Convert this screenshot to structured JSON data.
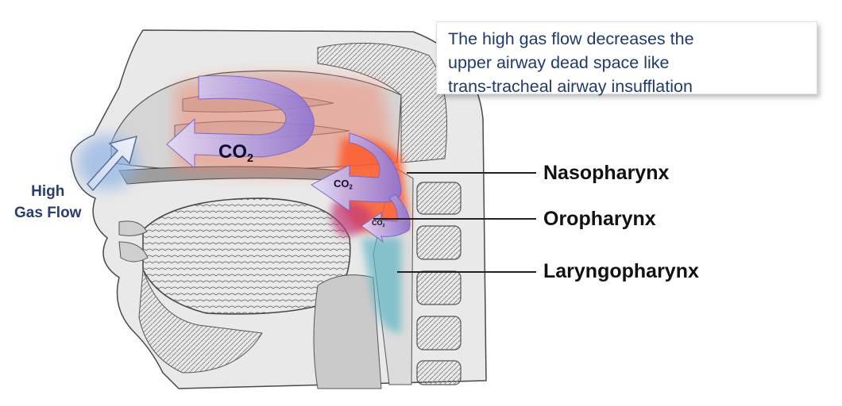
{
  "callout": {
    "line1": "The high gas flow decreases the",
    "line2": "upper airway dead space like",
    "line3": "trans-tracheal airway insufflation"
  },
  "labels": {
    "nasopharynx": "Nasopharynx",
    "oropharynx": "Oropharynx",
    "laryngopharynx": "Laryngopharynx"
  },
  "flow": {
    "line1": "High",
    "line2": "Gas Flow"
  },
  "co2": {
    "main": "CO",
    "sub": "2"
  },
  "colors": {
    "callout_text": "#1f3a6e",
    "label_text": "#111111",
    "arrow_purple": "#9b82d9",
    "highlight_red": "#ff5a3c",
    "laryngo_teal": "#5fb6c4"
  }
}
